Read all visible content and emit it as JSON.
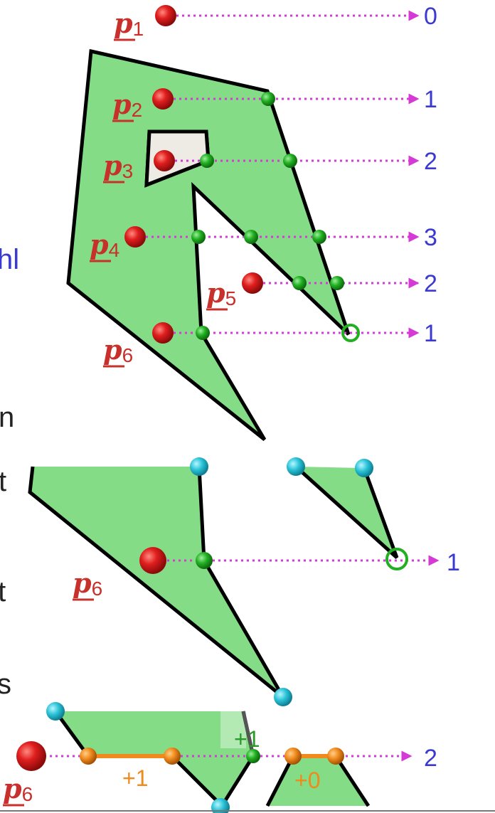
{
  "colors": {
    "polygon_fill": "#84dc86",
    "polygon_stroke": "#000000",
    "hole_fill": "#eeebe4",
    "query_point": "#dd1f1f",
    "ray": "#d63ad6",
    "intersection": "#22b022",
    "vertex": "#2cc4d8",
    "half_crossing": "#f08a1c",
    "count_text": "#3a3ad0",
    "point_label": "#c8302c"
  },
  "points": [
    {
      "name": "p",
      "sub": "1",
      "count": "0"
    },
    {
      "name": "p",
      "sub": "2",
      "count": "1"
    },
    {
      "name": "p",
      "sub": "3",
      "count": "2"
    },
    {
      "name": "p",
      "sub": "4",
      "count": "3"
    },
    {
      "name": "p",
      "sub": "5",
      "count": "2"
    },
    {
      "name": "p",
      "sub": "6",
      "count": "1"
    }
  ],
  "detail": {
    "point": {
      "name": "p",
      "sub": "6"
    },
    "count": "1"
  },
  "bottom": {
    "point": {
      "name": "p",
      "sub": "6"
    },
    "count": "2",
    "plus_left": "+1",
    "plus_right": "+0",
    "plus_edge": "+1"
  },
  "left_partial_text": [
    "hl",
    "n",
    "t",
    "tt",
    "s"
  ]
}
